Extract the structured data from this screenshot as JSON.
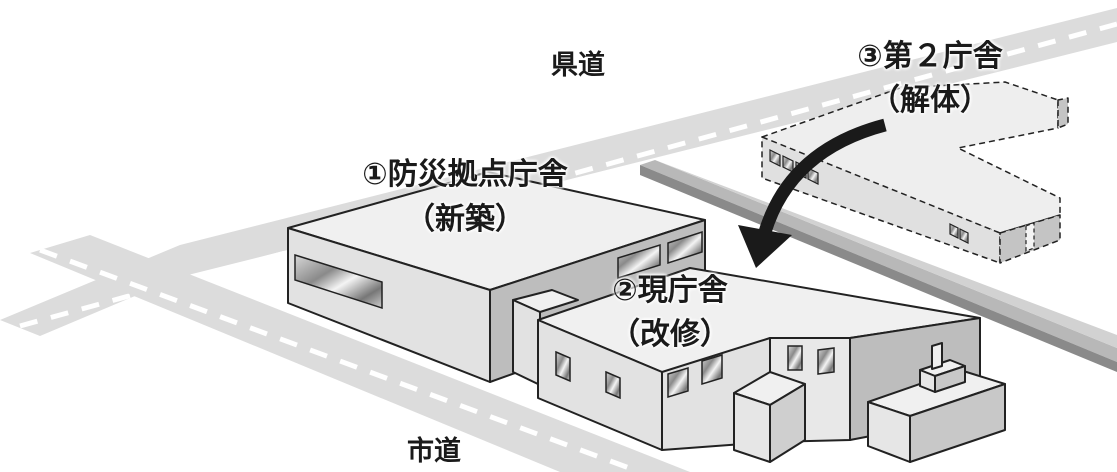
{
  "roads": {
    "prefectural": "県道",
    "city": "市道"
  },
  "buildings": {
    "disaster_base": {
      "name": "①防災拠点庁舎",
      "status": "（新築）"
    },
    "current_hall": {
      "name": "②現庁舎",
      "status": "（改修）"
    },
    "second_hall": {
      "name": "③第２庁舎",
      "status": "（解体）"
    }
  },
  "colors": {
    "road_fill": "#dcdcdc",
    "road_dash": "#ffffff",
    "building_top": "#f0f0f0",
    "building_left": "#e2e2e2",
    "building_right": "#bdbdbd",
    "outline": "#222222",
    "rail_light": "#b8b8b8",
    "rail_dark": "#8a8a8a"
  }
}
